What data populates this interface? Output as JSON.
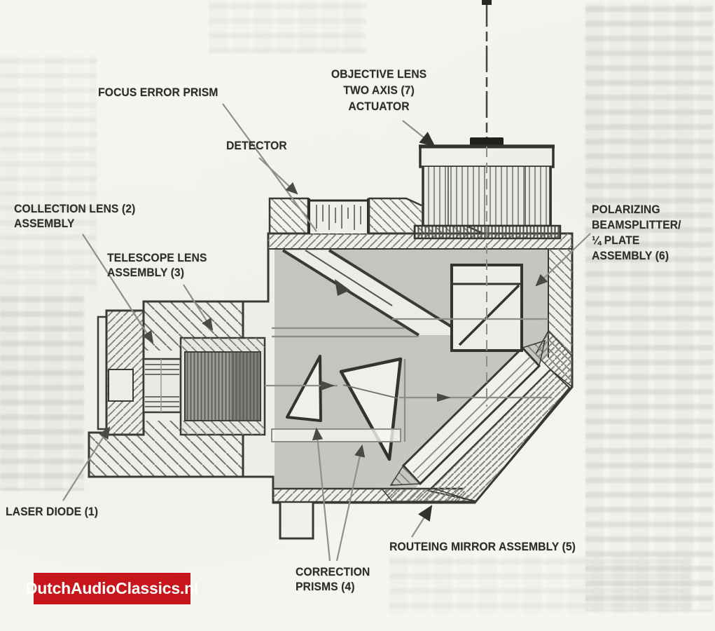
{
  "labels": {
    "focus_error_prism": "FOCUS ERROR PRISM",
    "detector": "DETECTOR",
    "objective": {
      "l1": "OBJECTIVE LENS",
      "l2": "TWO AXIS (7)",
      "l3": "ACTUATOR"
    },
    "collection": {
      "l1": "COLLECTION LENS (2)",
      "l2": "ASSEMBLY"
    },
    "telescope": {
      "l1": "TELESCOPE LENS",
      "l2": "ASSEMBLY (3)"
    },
    "polarizing": {
      "l1": "POLARIZING",
      "l2": "BEAMSPLITTER/",
      "l3": "¼ PLATE",
      "l4": "ASSEMBLY (6)"
    },
    "laser_diode": "LASER DIODE (1)",
    "routeing_mirror": "ROUTEING MIRROR ASSEMBLY (5)",
    "correction": {
      "l1": "CORRECTION",
      "l2": "PRISMS (4)"
    }
  },
  "watermark": {
    "text": "DutchAudioClassics.nl",
    "bg_color": "#c8141a"
  },
  "colors": {
    "paper": "#f6f5f1",
    "ink": "#2d2c29",
    "outline": "#3a3834",
    "leader": "#908f8b",
    "cavity_gray": "#c7c6c2"
  }
}
